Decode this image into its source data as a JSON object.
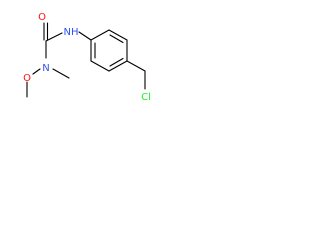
{
  "molecule": {
    "atoms": [
      {
        "id": "o-carbonyl",
        "label": "O",
        "color": "#ff0d0d"
      },
      {
        "id": "nh-amide",
        "label": "NH",
        "color": "#3050f8"
      },
      {
        "id": "n-methoxy",
        "label": "N",
        "color": "#3050f8"
      },
      {
        "id": "o-methoxy",
        "label": "O",
        "color": "#ff0d0d"
      },
      {
        "id": "chlorine",
        "label": "Cl",
        "color": "#1ff01f"
      }
    ],
    "bond_color": "#000000"
  }
}
